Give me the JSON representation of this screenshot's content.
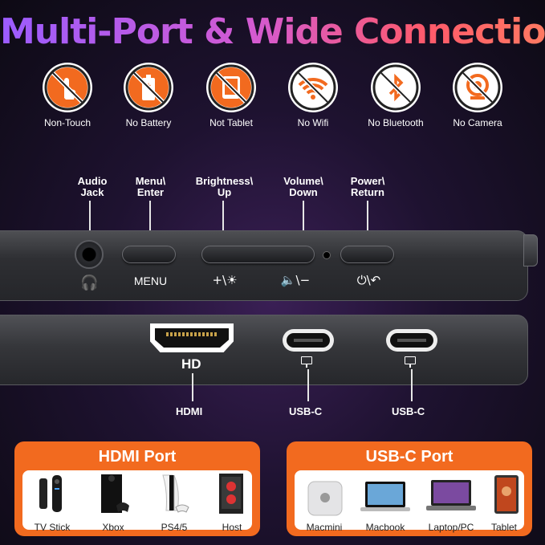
{
  "title": "Multi-Port & Wide Connection",
  "features": [
    {
      "label": "Non-Touch",
      "icon": "hand-icon"
    },
    {
      "label": "No Battery",
      "icon": "battery-icon"
    },
    {
      "label": "Not Tablet",
      "icon": "tablet-icon"
    },
    {
      "label": "No Wifi",
      "icon": "wifi-icon"
    },
    {
      "label": "No Bluetooth",
      "icon": "bluetooth-icon"
    },
    {
      "label": "No Camera",
      "icon": "camera-icon"
    }
  ],
  "buttons": {
    "audio_1": "Audio",
    "audio_2": "Jack",
    "menu_1": "Menu\\",
    "menu_2": "Enter",
    "bright_1": "Brightness\\",
    "bright_2": "Up",
    "volume_1": "Volume\\",
    "volume_2": "Down",
    "power_1": "Power\\",
    "power_2": "Return"
  },
  "device_labels": {
    "menu": "MENU",
    "bright": "+\\☀",
    "volume": "🔈\\−",
    "power": "⏻\\↶",
    "hd": "HD"
  },
  "ports": {
    "hdmi": "HDMI",
    "usbc1": "USB-C",
    "usbc2": "USB-C"
  },
  "hdmi_card": {
    "title": "HDMI Port",
    "devices": [
      "TV Stick",
      "Xbox",
      "PS4/5",
      "Host"
    ]
  },
  "usbc_card": {
    "title": "USB-C Port",
    "devices": [
      "Macmini",
      "Macbook",
      "Laptop/PC",
      "Tablet"
    ]
  },
  "colors": {
    "accent": "#f26a1f",
    "title_start": "#9b5cff",
    "title_end": "#ff8060"
  }
}
